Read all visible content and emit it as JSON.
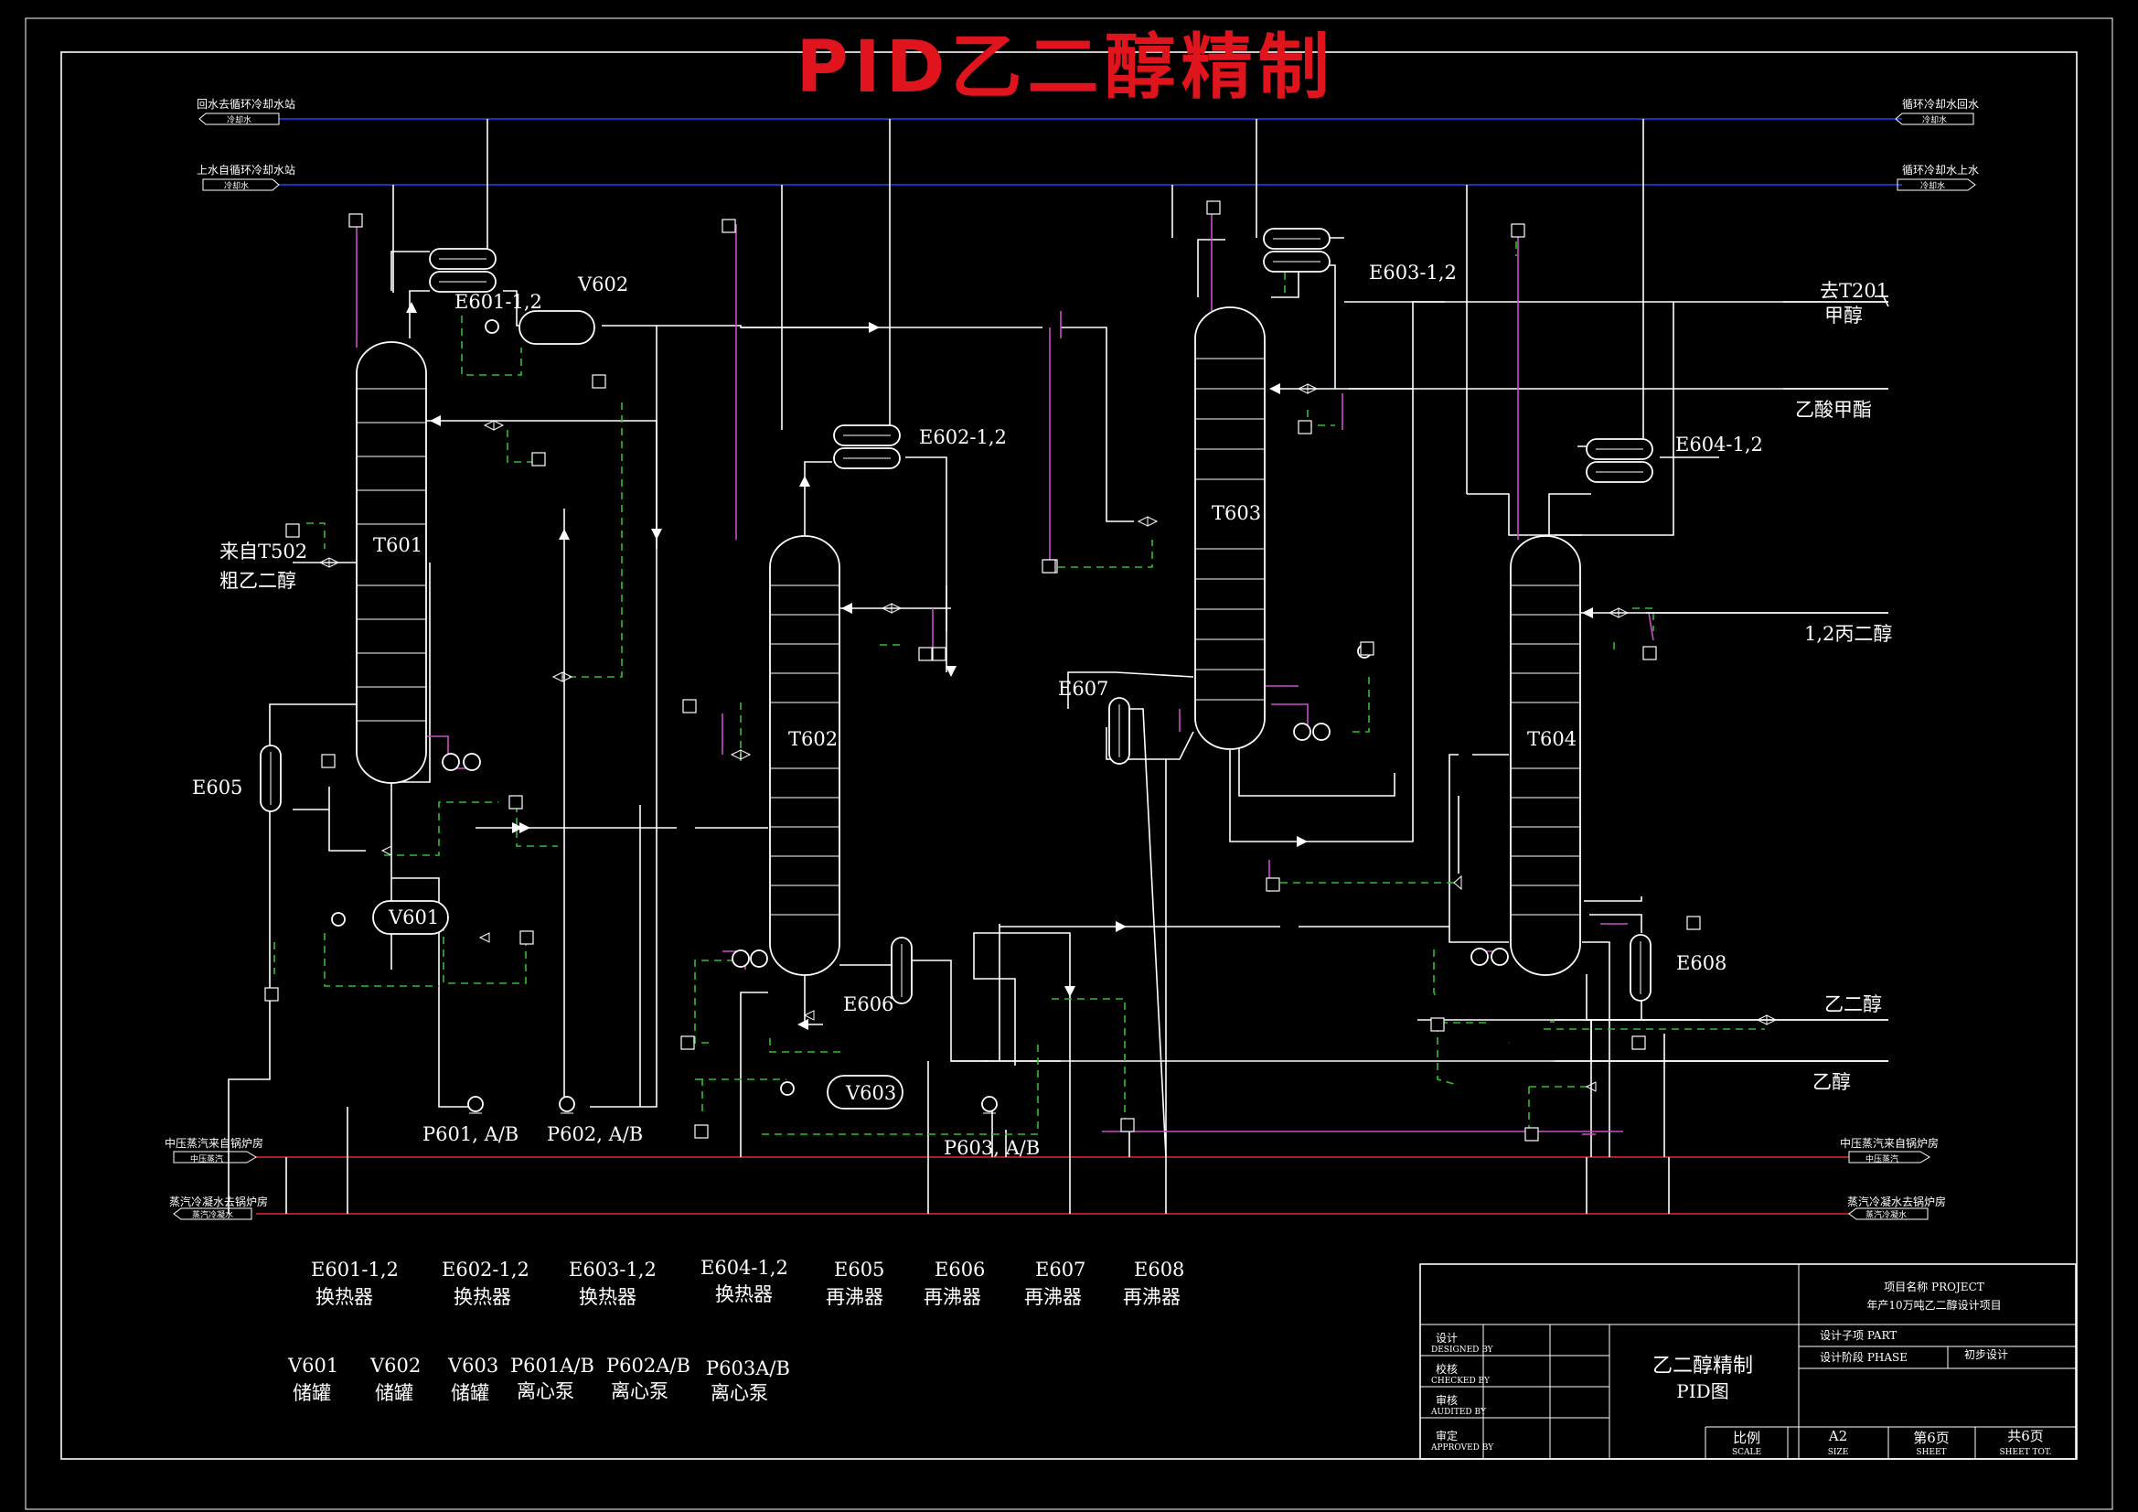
{
  "title": "PID乙二醇精制",
  "equipment": {
    "T601": "T601",
    "T602": "T602",
    "T603": "T603",
    "T604": "T604",
    "V601": "V601",
    "V602": "V602",
    "V603": "V603",
    "E601": "E601-1,2",
    "E602": "E602-1,2",
    "E603": "E603-1,2",
    "E604": "E604-1,2",
    "E605": "E605",
    "E606": "E606",
    "E607": "E607",
    "E608": "E608",
    "P601": "P601, A/B",
    "P602": "P602, A/B",
    "P603": "P603, A/B"
  },
  "streams": {
    "in_from": "来自T502",
    "in_name": "粗乙二醇",
    "to_t201": "去T201",
    "methanol": "甲醇",
    "methyl_acetate": "乙酸甲酯",
    "propanediol": "1,2丙二醇",
    "ethylene_glycol": "乙二醇",
    "ethanol": "乙醇"
  },
  "utilities": {
    "cw_return_left": "回水去循环冷却水站",
    "cw_return_left_tag": "冷却水",
    "cw_supply_left": "上水自循环冷却水站",
    "cw_supply_left_tag": "冷却水",
    "cw_return_right": "循环冷却水回水",
    "cw_return_right_tag": "冷却水",
    "cw_supply_right": "循环冷却水上水",
    "cw_supply_right_tag": "冷却水",
    "steam_left": "中压蒸汽来自锅炉房",
    "steam_left_tag": "中压蒸汽",
    "cond_left": "蒸汽冷凝水去锅炉房",
    "cond_left_tag": "蒸汽冷凝水",
    "steam_right": "中压蒸汽来自锅炉房",
    "steam_right_tag": "中压蒸汽",
    "cond_right": "蒸汽冷凝水去锅炉房",
    "cond_right_tag": "蒸汽冷凝水"
  },
  "legend": {
    "row1": [
      {
        "code": "E601-1,2",
        "desc": "换热器"
      },
      {
        "code": "E602-1,2",
        "desc": "换热器"
      },
      {
        "code": "E603-1,2",
        "desc": "换热器"
      },
      {
        "code": "E604-1,2",
        "desc": "换热器"
      },
      {
        "code": "E605",
        "desc": "再沸器"
      },
      {
        "code": "E606",
        "desc": "再沸器"
      },
      {
        "code": "E607",
        "desc": "再沸器"
      },
      {
        "code": "E608",
        "desc": "再沸器"
      }
    ],
    "row2": [
      {
        "code": "V601",
        "desc": "储罐"
      },
      {
        "code": "V602",
        "desc": "储罐"
      },
      {
        "code": "V603",
        "desc": "储罐"
      },
      {
        "code": "P601A/B",
        "desc": "离心泵"
      },
      {
        "code": "P602A/B",
        "desc": "离心泵"
      },
      {
        "code": "P603A/B",
        "desc": "离心泵"
      }
    ]
  },
  "titleblock": {
    "project_label": "项目名称 PROJECT",
    "project_name": "年产10万吨乙二醇设计项目",
    "part_label": "设计子项 PART",
    "phase_label": "设计阶段 PHASE",
    "phase_value": "初步设计",
    "designed": "设计",
    "designed_en": "DESIGNED BY",
    "checked": "校核",
    "checked_en": "CHECKED BY",
    "audited": "审核",
    "audited_en": "AUDITED BY",
    "approved": "审定",
    "approved_en": "APPROVED BY",
    "drawing_name": "乙二醇精制",
    "drawing_type": "PID图",
    "scale": "比例",
    "scale_en": "SCALE",
    "size_value": "A2",
    "size_en": "SIZE",
    "sheet": "第6页",
    "sheet_en": "SHEET",
    "total": "共6页",
    "total_en": "SHEET TOT."
  }
}
